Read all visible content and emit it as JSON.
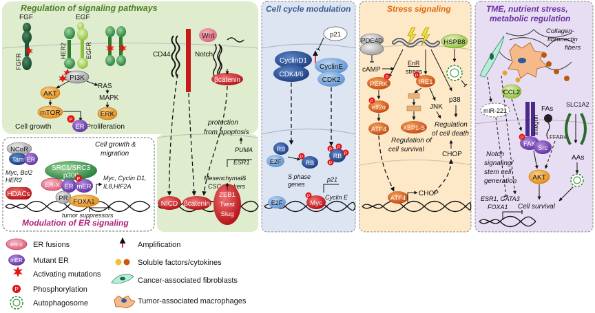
{
  "panels": {
    "signaling": {
      "title": "Regulation of signaling pathways",
      "FGF": "FGF",
      "EGF": "EGF",
      "FGFR": "FGFR",
      "HER2": "HER2",
      "EGFR": "EGFR",
      "PI3K": "PI3K",
      "RAS": "RAS",
      "MAPK": "MAPK",
      "AKT": "AKT",
      "ERK": "ERK",
      "mTOR": "mTOR",
      "cell_growth": "Cell growth",
      "proliferation": "Proliferation",
      "CD44": "CD44",
      "Notch": "Notch",
      "Wnt": "Wnt",
      "bcatenin": "βcatenin",
      "protection": [
        "protection",
        "from apoptosis"
      ],
      "PUMA": "PUMA",
      "ESR1": "ESR1",
      "mesenchymal": [
        "Mesenchymal&",
        "CSC markers"
      ],
      "NICD": "NICD",
      "bcatenin2": "βcatenin",
      "zeb": [
        "ZEB1",
        "Twist",
        "Slug"
      ]
    },
    "er": {
      "title": "Modulation of ER signaling",
      "NCoR": "NCoR",
      "Tam": "Tam",
      "ER": "ER",
      "ER_top": "ER",
      "cell_growth_migration": [
        "Cell growth &",
        "migration"
      ],
      "myc_bcl2": [
        "Myc, Bcl2",
        "HER2"
      ],
      "src": [
        "SRC1/SRC3",
        "p300"
      ],
      "HDACs": "HDACs",
      "ERX": "ER-X",
      "mER": "mER",
      "ER2": "ER",
      "myc_targets": [
        "Myc, Cyclin D1,",
        "IL8,HIF2A"
      ],
      "PR": "PR",
      "FOXA1": "FOXA1",
      "tumor_suppressors": "tumor suppressors"
    },
    "cellcycle": {
      "title": "Cell cycle modulation",
      "p21": "p21",
      "CyclinD1": "CyclinD1",
      "CDK46": "CDK4/6",
      "CyclinE": "CyclinE",
      "CDK2": "CDK2",
      "RB": "RB",
      "E2F": "E2F",
      "RB_b": "RB",
      "RB_c": "RB",
      "sphase": [
        "S phase",
        "genes"
      ],
      "E2F2": "E2F",
      "Myc": "Myc",
      "p21b": "p21",
      "CyclinE_gene": "Cyclin E"
    },
    "stress": {
      "title": "Stress signaling",
      "PDE4D": "PDE4D",
      "cAMP": "cAMP",
      "EnR": "EnR",
      "stress": "stress",
      "HSPB8": "HSPB8",
      "PERK": "PERK",
      "IRE1": "IRE1",
      "eIf2a": "eIf2α",
      "ATF4": "ATF4",
      "JNK": "JNK",
      "p38": "p38",
      "XBP1S": "XBP1-S",
      "survival": [
        "Regulation of",
        "cell survival"
      ],
      "death": [
        "Regulation",
        "of cell death"
      ],
      "CHOP": "CHOP",
      "ATF4b": "ATF4",
      "CHOP2": "CHOP"
    },
    "tme": {
      "title": [
        "TME, nutrient stress,",
        "metabolic regulation"
      ],
      "collagen": [
        "Collagen-",
        "fibronectin",
        "fibers"
      ],
      "CCL2": "CCL2",
      "integrin": "integrin",
      "FAs": "FAs",
      "SLC1A2": "SLC1A2",
      "FFAR4": "FFAR4",
      "FAK": "FAK",
      "Src": "Src",
      "AKT": "AKT",
      "AAs": "AAs",
      "miR221": "miR-221",
      "notch": [
        "Notch",
        "signaling/",
        "stem cell",
        "generation"
      ],
      "esr1": [
        "ESR1, GATA3",
        "FOXA1"
      ],
      "cell_survival": "Cell survival"
    }
  },
  "legend": {
    "erx_symbol": "ER-X",
    "erx": "ER fusions",
    "mer_symbol": "mER",
    "mer": "Mutant ER",
    "activating": "Activating mutations",
    "p_symbol": "P",
    "phos": "Phosphorylation",
    "autophagosome": "Autophagosome",
    "amplification": "Amplification",
    "soluble": "Soluble factors/cytokines",
    "caf": "Cancer-associated fibroblasts",
    "tam": "Tumor-associated macrophages"
  },
  "colors": {
    "signaling_bg": "#dfeccd",
    "er_bg": "#ffffff",
    "cellcycle_bg": "#dde5f3",
    "stress_bg": "#fde9c8",
    "tme_bg": "#e7def3",
    "green_title": "#4f7f2a",
    "blue_title": "#3a5a8c",
    "orange_title": "#d96b10",
    "purple_title": "#6b2fa0",
    "er_title": "#b0207a"
  }
}
